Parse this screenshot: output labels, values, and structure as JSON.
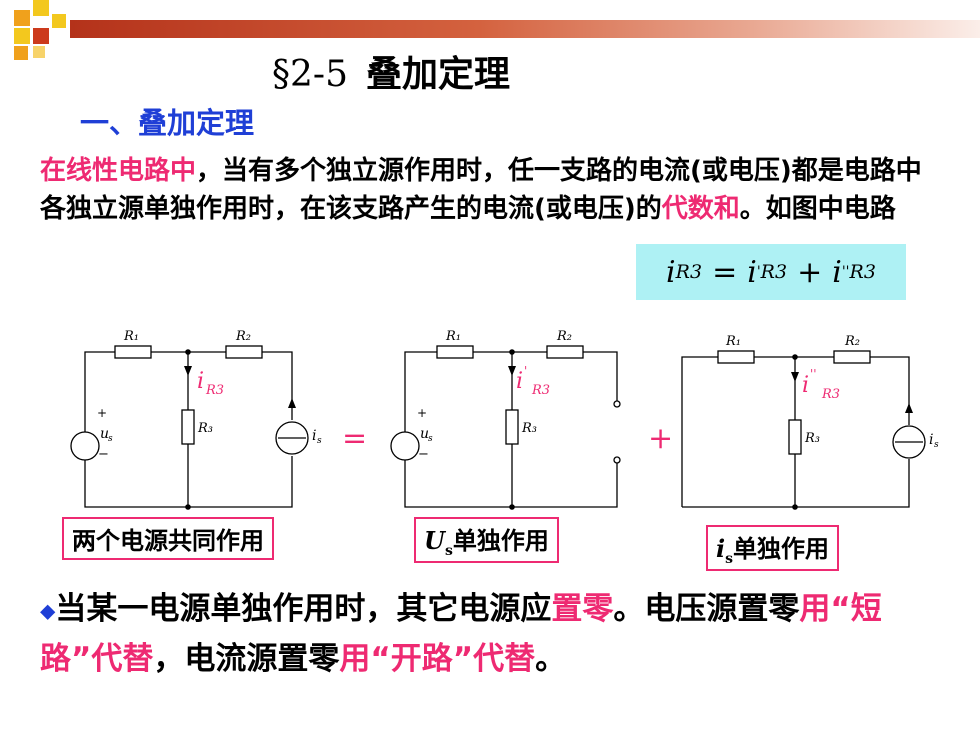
{
  "colors": {
    "accent_pink": "#ee2a72",
    "heading_blue": "#1f3fd6",
    "formula_bg": "#aef1f4"
  },
  "title": {
    "section": "§2-5",
    "text": "叠加定理"
  },
  "heading": "一、叠加定理",
  "paragraph": {
    "hl1": "在线性电路中",
    "t1": "，当有多个独立源作用时，任一支路的电流(或电压)都是电路中各独立源单独作用时，在该支路产生的电流(或电压)的",
    "hl2": "代数和",
    "t2": "。如图中电路"
  },
  "formula": {
    "lhs_var": "i",
    "lhs_sub": "R3",
    "eq": "=",
    "t1_var": "i",
    "t1_sup": "'",
    "t1_sub": "R3",
    "plus": "+",
    "t2_var": "i",
    "t2_sup": "''",
    "t2_sub": "R3"
  },
  "circuits": {
    "R1": "R₁",
    "R2": "R₂",
    "R3": "R₃",
    "us_plus": "+",
    "us_label": "u",
    "us_sub": "s",
    "us_minus": "−",
    "is_label": "i",
    "is_sub": "s",
    "i_total": "i",
    "i_total_sub": "R3",
    "i_prime": "i",
    "i_prime_sup": "'",
    "i_prime_sub": "R3",
    "i_dprime": "i",
    "i_dprime_sup": "''",
    "i_dprime_sub": "R3",
    "equals": "=",
    "plus": "+"
  },
  "labels": {
    "both": "两个电源共同作用",
    "us_var": "U",
    "us_sub": "s",
    "us_text": "单独作用",
    "is_var": "i",
    "is_sub": "s",
    "is_text": "单独作用"
  },
  "note": {
    "bullet": "◆",
    "t1": "当某一电源单独作用时，其它电源应",
    "hl1": "置零",
    "t2": "。电压源置零",
    "hl2": "用“短路”代替",
    "t3": "，电流源置零",
    "hl3": "用“开路”代替",
    "t4": "。"
  }
}
